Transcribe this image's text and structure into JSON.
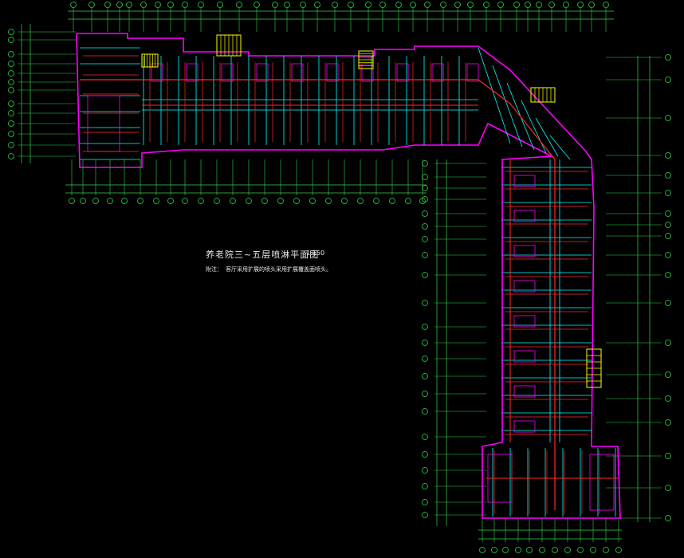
{
  "drawing": {
    "title": "养老院三~五层喷淋平面图",
    "scale": "1:150",
    "note_label": "附注：",
    "note_text": "客厅采用扩展的喷头采用扩展覆盖面喷头。"
  },
  "colors": {
    "background": "#000000",
    "dimension": "#2fd84a",
    "wall": "#ff00ff",
    "pipe": "#ff2a2a",
    "fixture": "#00ffff",
    "stair": "#ffff00",
    "text": "#e8e8e8"
  }
}
